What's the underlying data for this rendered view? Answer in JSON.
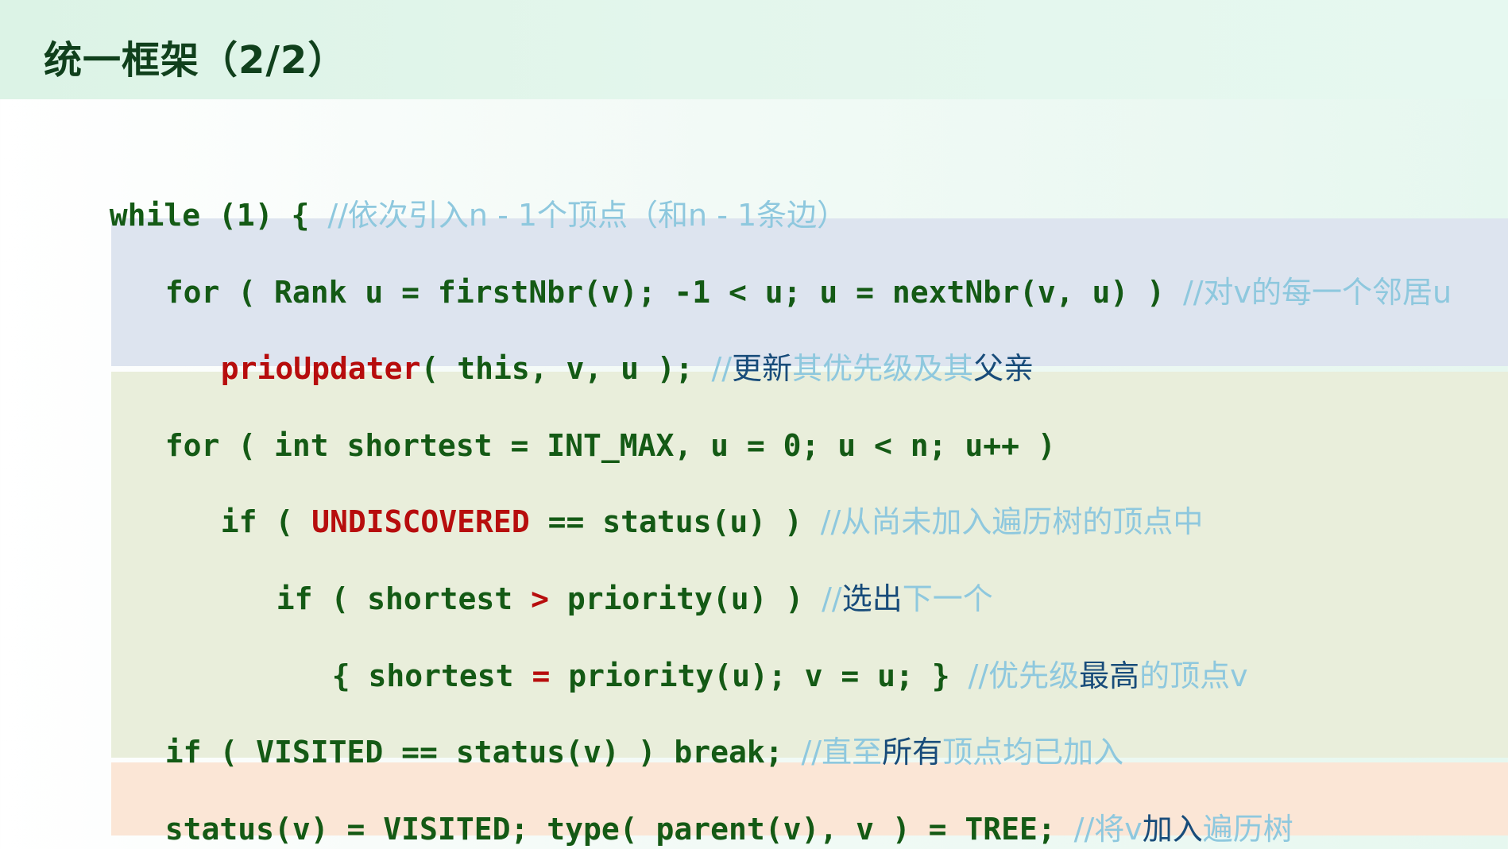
{
  "title": "统一框架（2/2）",
  "code": {
    "l1": {
      "code": "while (1) { ",
      "comment": "//依次引入n - 1个顶点（和n - 1条边）"
    },
    "l2": {
      "code": "for ( Rank u = firstNbr(v); -1 < u; u = nextNbr(v, u) ) ",
      "comment": "//对v的每一个邻居u"
    },
    "l3": {
      "fn": "prioUpdater",
      "code": "( this, v, u ); ",
      "comment_a": "//",
      "comment_b": "更新",
      "comment_c": "其优先级及其",
      "comment_d": "父亲"
    },
    "l4": {
      "code": "for ( int shortest = INT_MAX, u = 0; u < n; u++ )"
    },
    "l5": {
      "a": "if ( ",
      "red": "UNDISCOVERED",
      "b": " == status(u) ) ",
      "comment": "//从尚未加入遍历树的顶点中"
    },
    "l6": {
      "a": "if ( shortest ",
      "red": ">",
      "b": " priority(u) ) ",
      "comment_a": "//",
      "comment_b": "选出",
      "comment_c": "下一个"
    },
    "l7": {
      "a": "{ shortest ",
      "red": "=",
      "b": " priority(u); v = u; } ",
      "comment_a": "//优先级",
      "comment_b": "最高",
      "comment_c": "的顶点v"
    },
    "l8": {
      "code": "if ( VISITED == status(v) ) break; ",
      "comment_a": "//直至",
      "comment_b": "所有",
      "comment_c": "顶点均已加入"
    },
    "l9": {
      "code": "status(v) = VISITED; type( parent(v), v ) = TREE; ",
      "comment_a": "//将v",
      "comment_b": "加入",
      "comment_c": "遍历树"
    }
  }
}
